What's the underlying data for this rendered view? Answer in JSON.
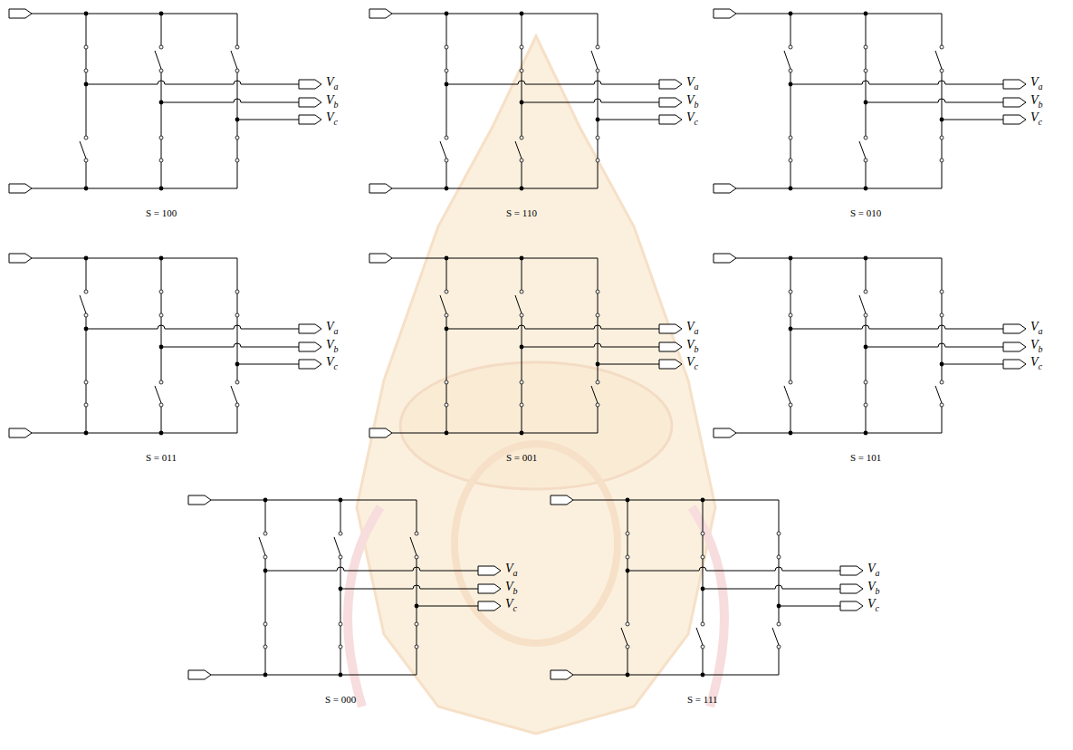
{
  "diagram": {
    "labels": [
      "Va",
      "Vb",
      "Vc",
      "S = 100",
      "Va",
      "Vb",
      "Vc",
      "S = 110",
      "Va",
      "Vb",
      "Vc",
      "S = 010",
      "Va",
      "Vb",
      "Vc",
      "S = 011",
      "Va",
      "Vb",
      "Vc",
      "S = 001",
      "Va",
      "Vb",
      "Vc",
      "S = 101",
      "Va",
      "Vb",
      "Vc",
      "S = 000",
      "Va",
      "Vb",
      "Vc",
      "S = 111"
    ]
  }
}
